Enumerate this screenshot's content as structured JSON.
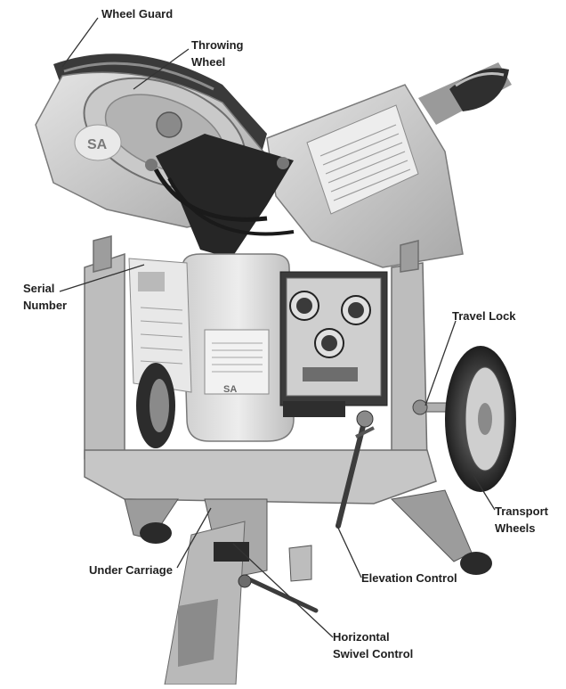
{
  "callouts": {
    "wheel_guard": {
      "label": "Wheel Guard"
    },
    "throwing_wheel": {
      "line1": "Throwing",
      "line2": "Wheel"
    },
    "serial_number": {
      "line1": "Serial",
      "line2": "Number"
    },
    "travel_lock": {
      "label": "Travel Lock"
    },
    "transport_wheels": {
      "line1": "Transport",
      "line2": "Wheels"
    },
    "under_carriage": {
      "label": "Under Carriage"
    },
    "elevation_control": {
      "label": "Elevation Control"
    },
    "horizontal_swivel_control": {
      "line1": "Horizontal",
      "line2": "Swivel Control"
    }
  },
  "colors": {
    "metal_light": "#d6d6d6",
    "metal_mid": "#a9a9a9",
    "metal_dark": "#6e6e6e",
    "rubber": "#2b2b2b",
    "leader": "#333333",
    "label_text": "#1f1f1f"
  }
}
